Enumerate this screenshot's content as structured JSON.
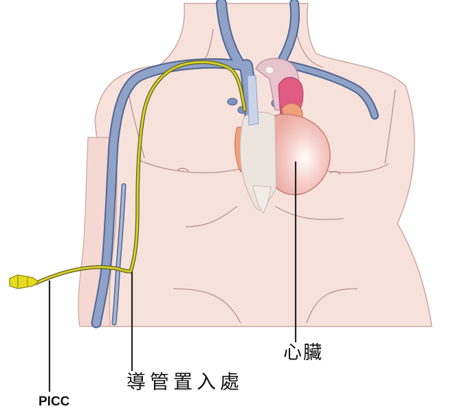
{
  "labels": {
    "heart": "心臟",
    "insertion_site": "導管置入處",
    "catheter": "PICC"
  },
  "colors": {
    "skin": "#f7e1db",
    "skin_outline": "#c9a79e",
    "vein": "#8fa2c8",
    "vein_outline": "#4f6591",
    "heart": "#f1b4ac",
    "heart_outline": "#c27d70",
    "heart_right_side": "#e8e2dc",
    "aorta": "#e8c4cf",
    "pulmonary_artery": "#e15b85",
    "catheter": "#d7d12a",
    "catheter_outline": "#5f5d20",
    "connector": "#e6dc1f",
    "leader_line": "#222222"
  }
}
